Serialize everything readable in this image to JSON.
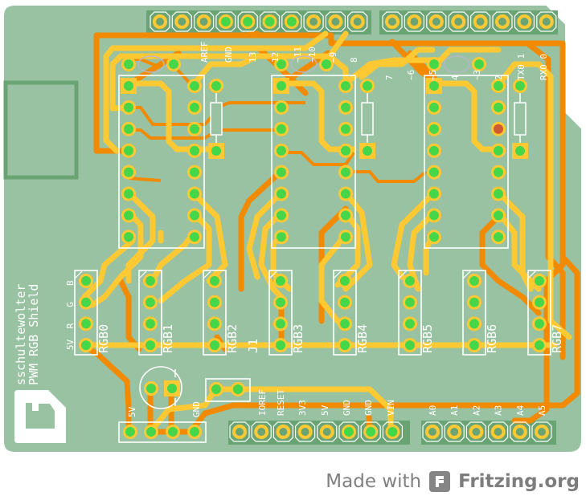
{
  "colors": {
    "board": "#99c2a2",
    "board_dark": "#6aa474",
    "silkscreen": "#ffffff",
    "trace_top": "#ffc933",
    "trace_bottom": "#f28a00",
    "pad_ring": "#ffc933",
    "pad_center": "#45d64a",
    "pad_center_alt": "#cc5a33"
  },
  "board": {
    "author_line": "sschultewolter",
    "title_line": "PWM RGB Shield"
  },
  "top_header": {
    "left_labels": [
      "AREF",
      "GND",
      "13",
      "12",
      "~11",
      "~10",
      "~9",
      "8"
    ],
    "right_labels": [
      "7",
      "~6",
      "~5",
      "4",
      "~3",
      "2",
      "TX0 1",
      "RX0 0"
    ],
    "left_pin_count": 10,
    "right_pin_count": 8
  },
  "bottom_header": {
    "power_labels": [
      "IOREF",
      "RESET",
      "3V3",
      "5V",
      "GND",
      "GND",
      "VIN"
    ],
    "analog_labels": [
      "A0",
      "A1",
      "A2",
      "A3",
      "A4",
      "A5"
    ]
  },
  "rgb_connectors": {
    "pin_labels": [
      "B",
      "G",
      "R",
      "5V"
    ],
    "names": [
      "RGB0",
      "RGB1",
      "RGB2",
      "RGB3",
      "RGB4",
      "RGB5",
      "RGB6",
      "RGB7"
    ],
    "extra_label": "J1"
  },
  "power_block": {
    "label_5v": "5V",
    "label_gnd": "GND"
  },
  "footer": {
    "made_with": "Made with",
    "brand": "Fritzing.org"
  }
}
